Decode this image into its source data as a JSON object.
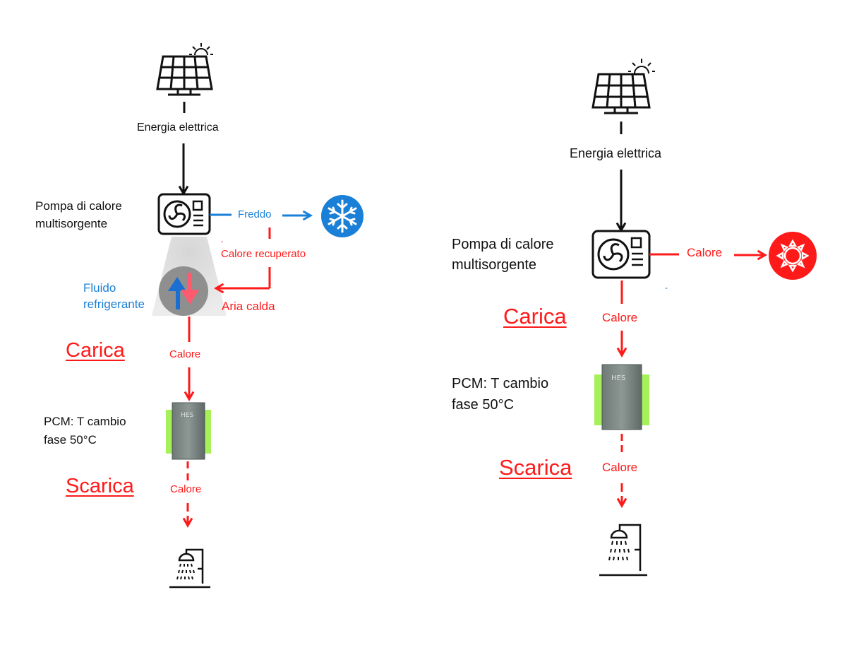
{
  "left": {
    "energy_label": "Energia elettrica",
    "pump_label": "Pompa di calore\nmultisorgente",
    "cold_label": "Freddo",
    "recovered_heat_label": "Calore recuperato",
    "dash_mark": "-",
    "fluid_label": "Fluido\nrefrigerante",
    "warm_air_label": "Aria calda",
    "charge_label": "Carica",
    "heat_label_1": "Calore",
    "pcm_label": "PCM: T cambio\nfase 50°C",
    "discharge_label": "Scarica",
    "heat_label_2": "Calore",
    "tank_text": "HES"
  },
  "right": {
    "energy_label": "Energia elettrica",
    "pump_label": "Pompa di calore\nmultisorgente",
    "heat_out_label": "Calore",
    "dash_mark": "-",
    "charge_label": "Carica",
    "heat_label_1": "Calore",
    "pcm_label": "PCM: T cambio\nfase 50°C",
    "discharge_label": "Scarica",
    "heat_label_2": "Calore",
    "tank_text": "HES"
  },
  "colors": {
    "heat": "#ff1a1a",
    "cold": "#1a7fd6",
    "line": "#111111",
    "pcm": "#a6f05a",
    "tank": "#7c8784"
  },
  "icons": [
    "solar-panel-icon",
    "sun-icon",
    "heat-pump-icon",
    "snowflake-icon",
    "refrigerant-cycle-icon",
    "pcm-tank-icon",
    "shower-icon",
    "hot-sun-icon"
  ]
}
